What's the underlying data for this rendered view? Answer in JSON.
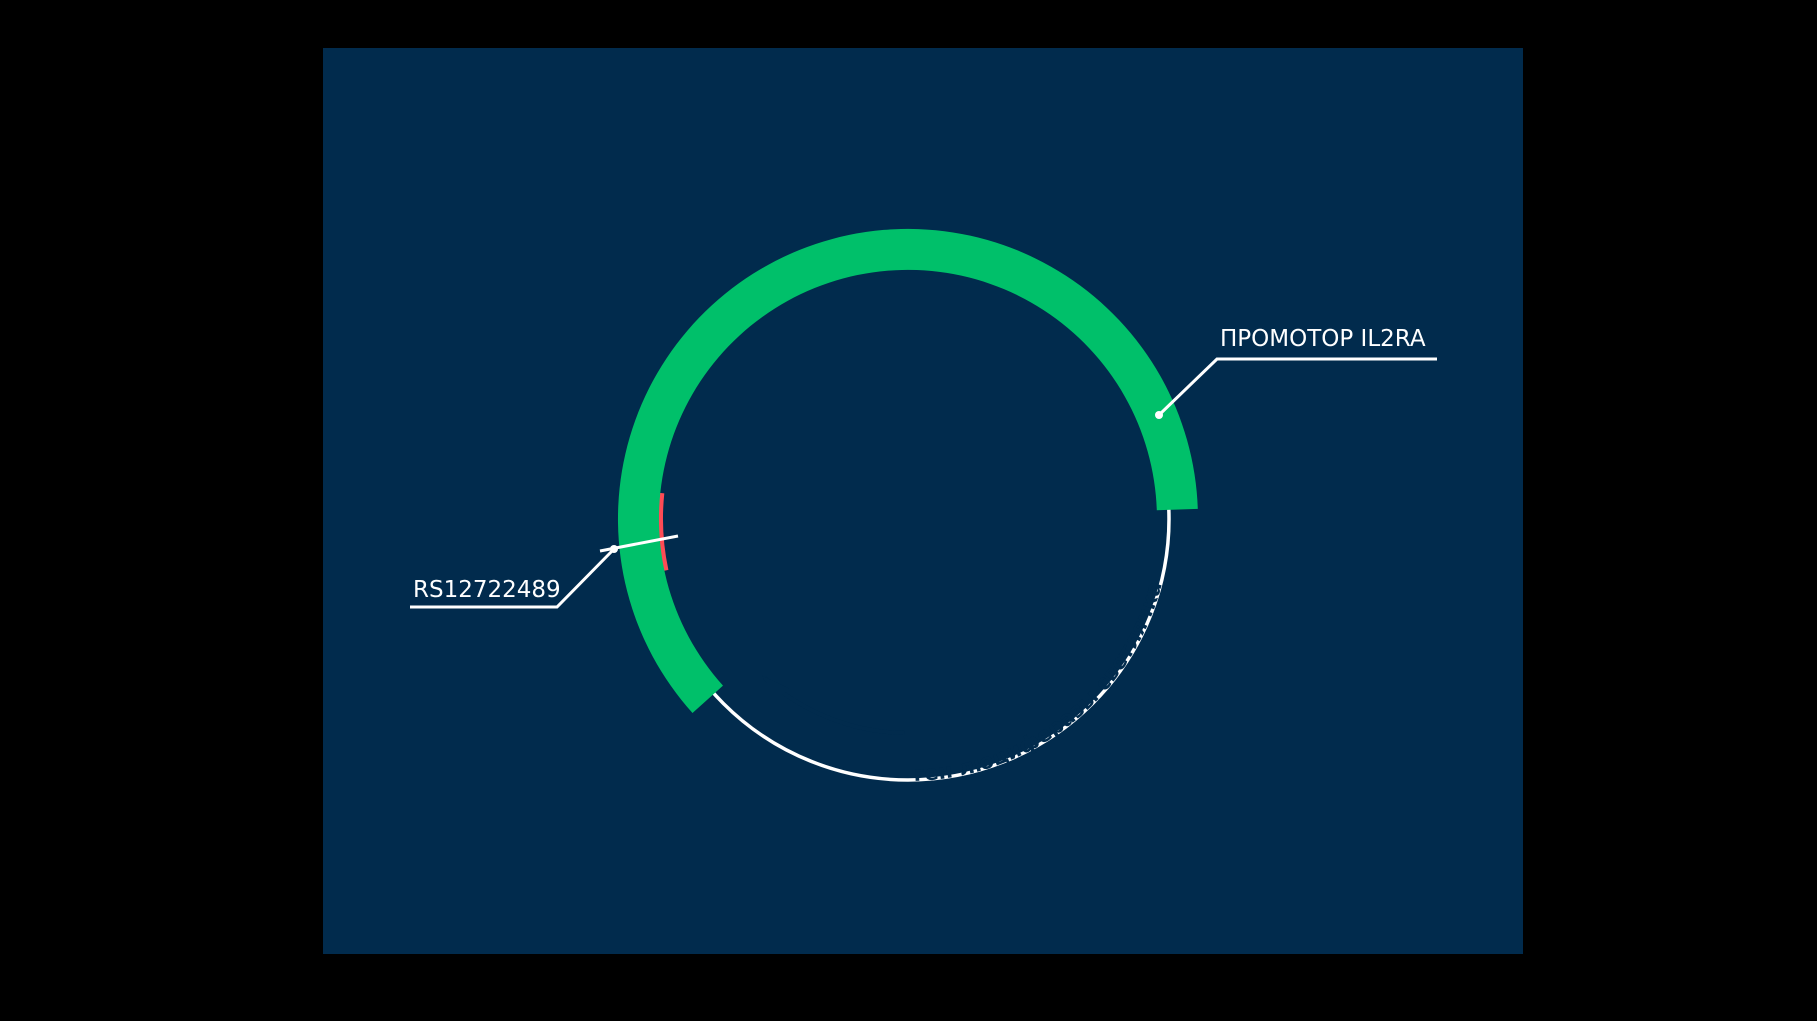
{
  "colors": {
    "outer_background": "#000000",
    "panel": "#012b4d",
    "backbone": "#ffffff",
    "green_feature": "#00c06a",
    "promoter": "#93e8bb",
    "snp_block": "#ff4b55",
    "pink_segment": "#f28a98",
    "cyan_segment": "#7ee6e8",
    "gene_text": "#012b4d",
    "callout_line": "#ffffff"
  },
  "labels": {
    "promoter": "ПРОМОТОР IL2RA",
    "snp": "RS12722489",
    "reporter_gene": "ген люциферазы светлячка"
  }
}
